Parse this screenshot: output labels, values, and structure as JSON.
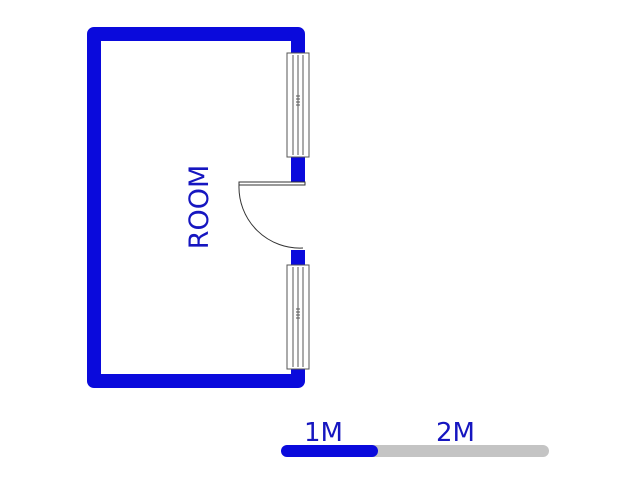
{
  "room": {
    "label": "ROOM"
  },
  "scale_bar": {
    "first_label": "1M",
    "second_label": "2M"
  },
  "colors": {
    "wall": "#0a0adc",
    "scale_primary": "#0a0adc",
    "scale_secondary": "#c4c4c4",
    "label": "#1616c0",
    "window_line": "#555555",
    "door_line": "#333333"
  }
}
